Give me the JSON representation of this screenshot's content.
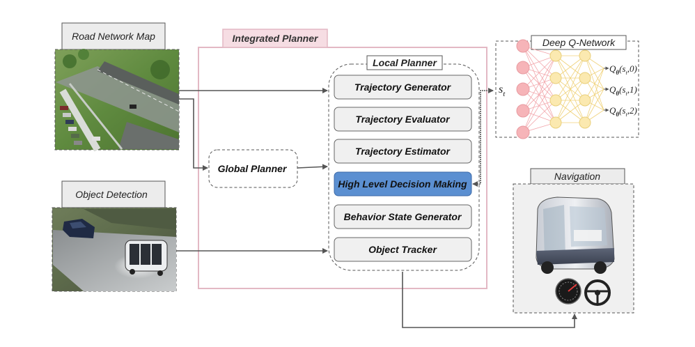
{
  "panels": {
    "road_map": "Road Network Map",
    "object_detection": "Object Detection",
    "navigation": "Navigation",
    "integrated_planner": "Integrated Planner",
    "local_planner": "Local Planner",
    "global_planner": "Global Planner",
    "dqn": "Deep Q-Network"
  },
  "local_planner_blocks": [
    "Trajectory Generator",
    "Trajectory Evaluator",
    "Trajectory Estimator",
    "High Level Decision Making",
    "Behavior State Generator",
    "Object Tracker"
  ],
  "dqn": {
    "state_symbol": "s",
    "state_subscript": "t",
    "outputs": [
      {
        "q": "Q",
        "theta": "θ",
        "arg": "(s",
        "sub": "t",
        "action": ",0)"
      },
      {
        "q": "Q",
        "theta": "θ",
        "arg": "(s",
        "sub": "t",
        "action": ",1)"
      },
      {
        "q": "Q",
        "theta": "θ",
        "arg": "(s",
        "sub": "t",
        "action": ",2)"
      }
    ]
  },
  "colors": {
    "highlight_block": "#5b8fd1",
    "block_fill": "#f0f0f0",
    "integrated_border": "#e3b8c4",
    "integrated_tag": "#f6dde3",
    "node_red": "#f6b4b8",
    "node_yellow": "#fbe9b0",
    "arrow": "#555555"
  }
}
